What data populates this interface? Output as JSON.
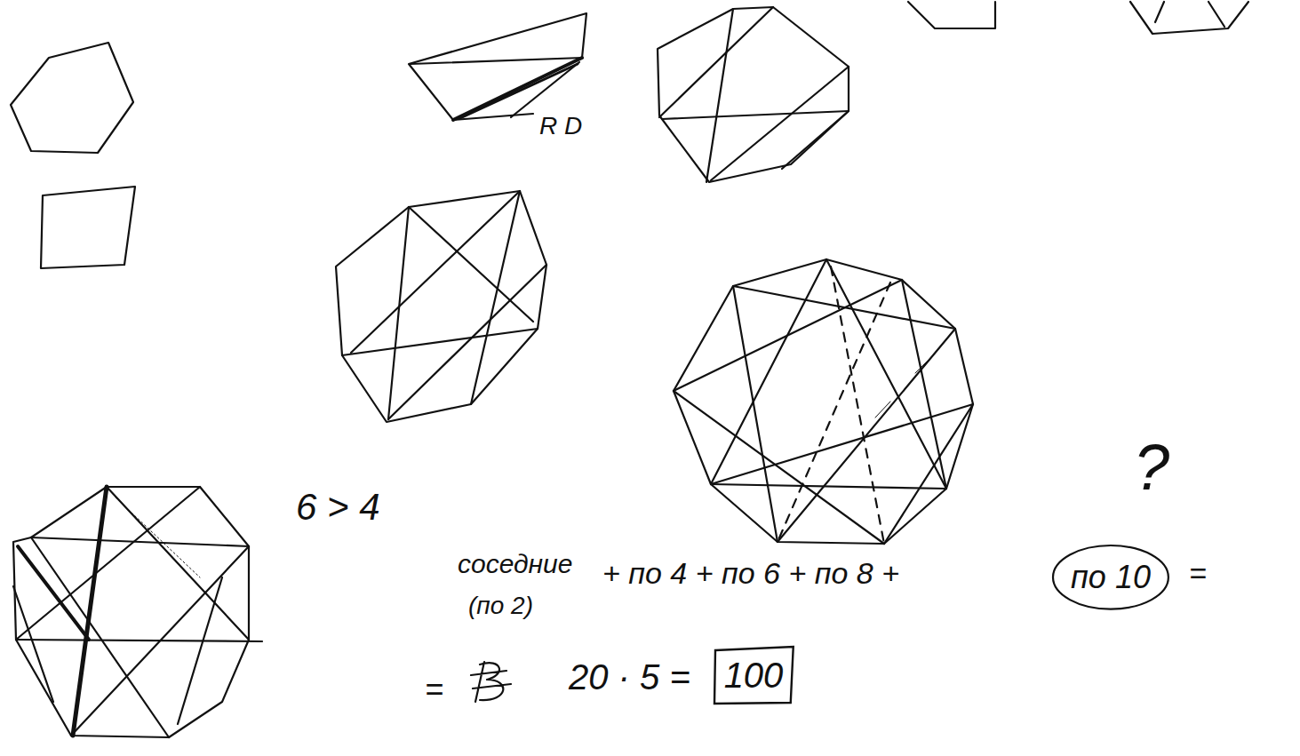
{
  "diagram": {
    "nodes": [
      {
        "text": [
          "по 10"
        ]
      },
      {
        "text": [
          "100"
        ]
      }
    ],
    "labels": [
      "R D",
      "6 > 4",
      "соседние",
      "(по 2)",
      "+ по 4 + по 6 + по 8 +",
      "=",
      "?",
      "=",
      "20 · 5 ="
    ]
  }
}
